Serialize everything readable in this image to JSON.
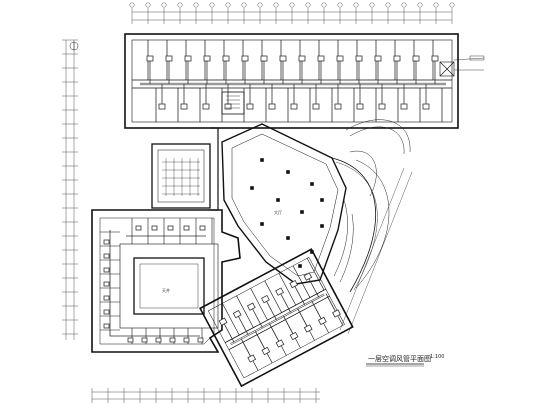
{
  "drawing": {
    "title": "一层空调风管平面图",
    "scale": "1:100",
    "hall_label": "大厅",
    "court_label": "天井"
  },
  "colors": {
    "background": "#ffffff",
    "wall": "#111111",
    "duct": "#444444",
    "grid": "#666666"
  }
}
